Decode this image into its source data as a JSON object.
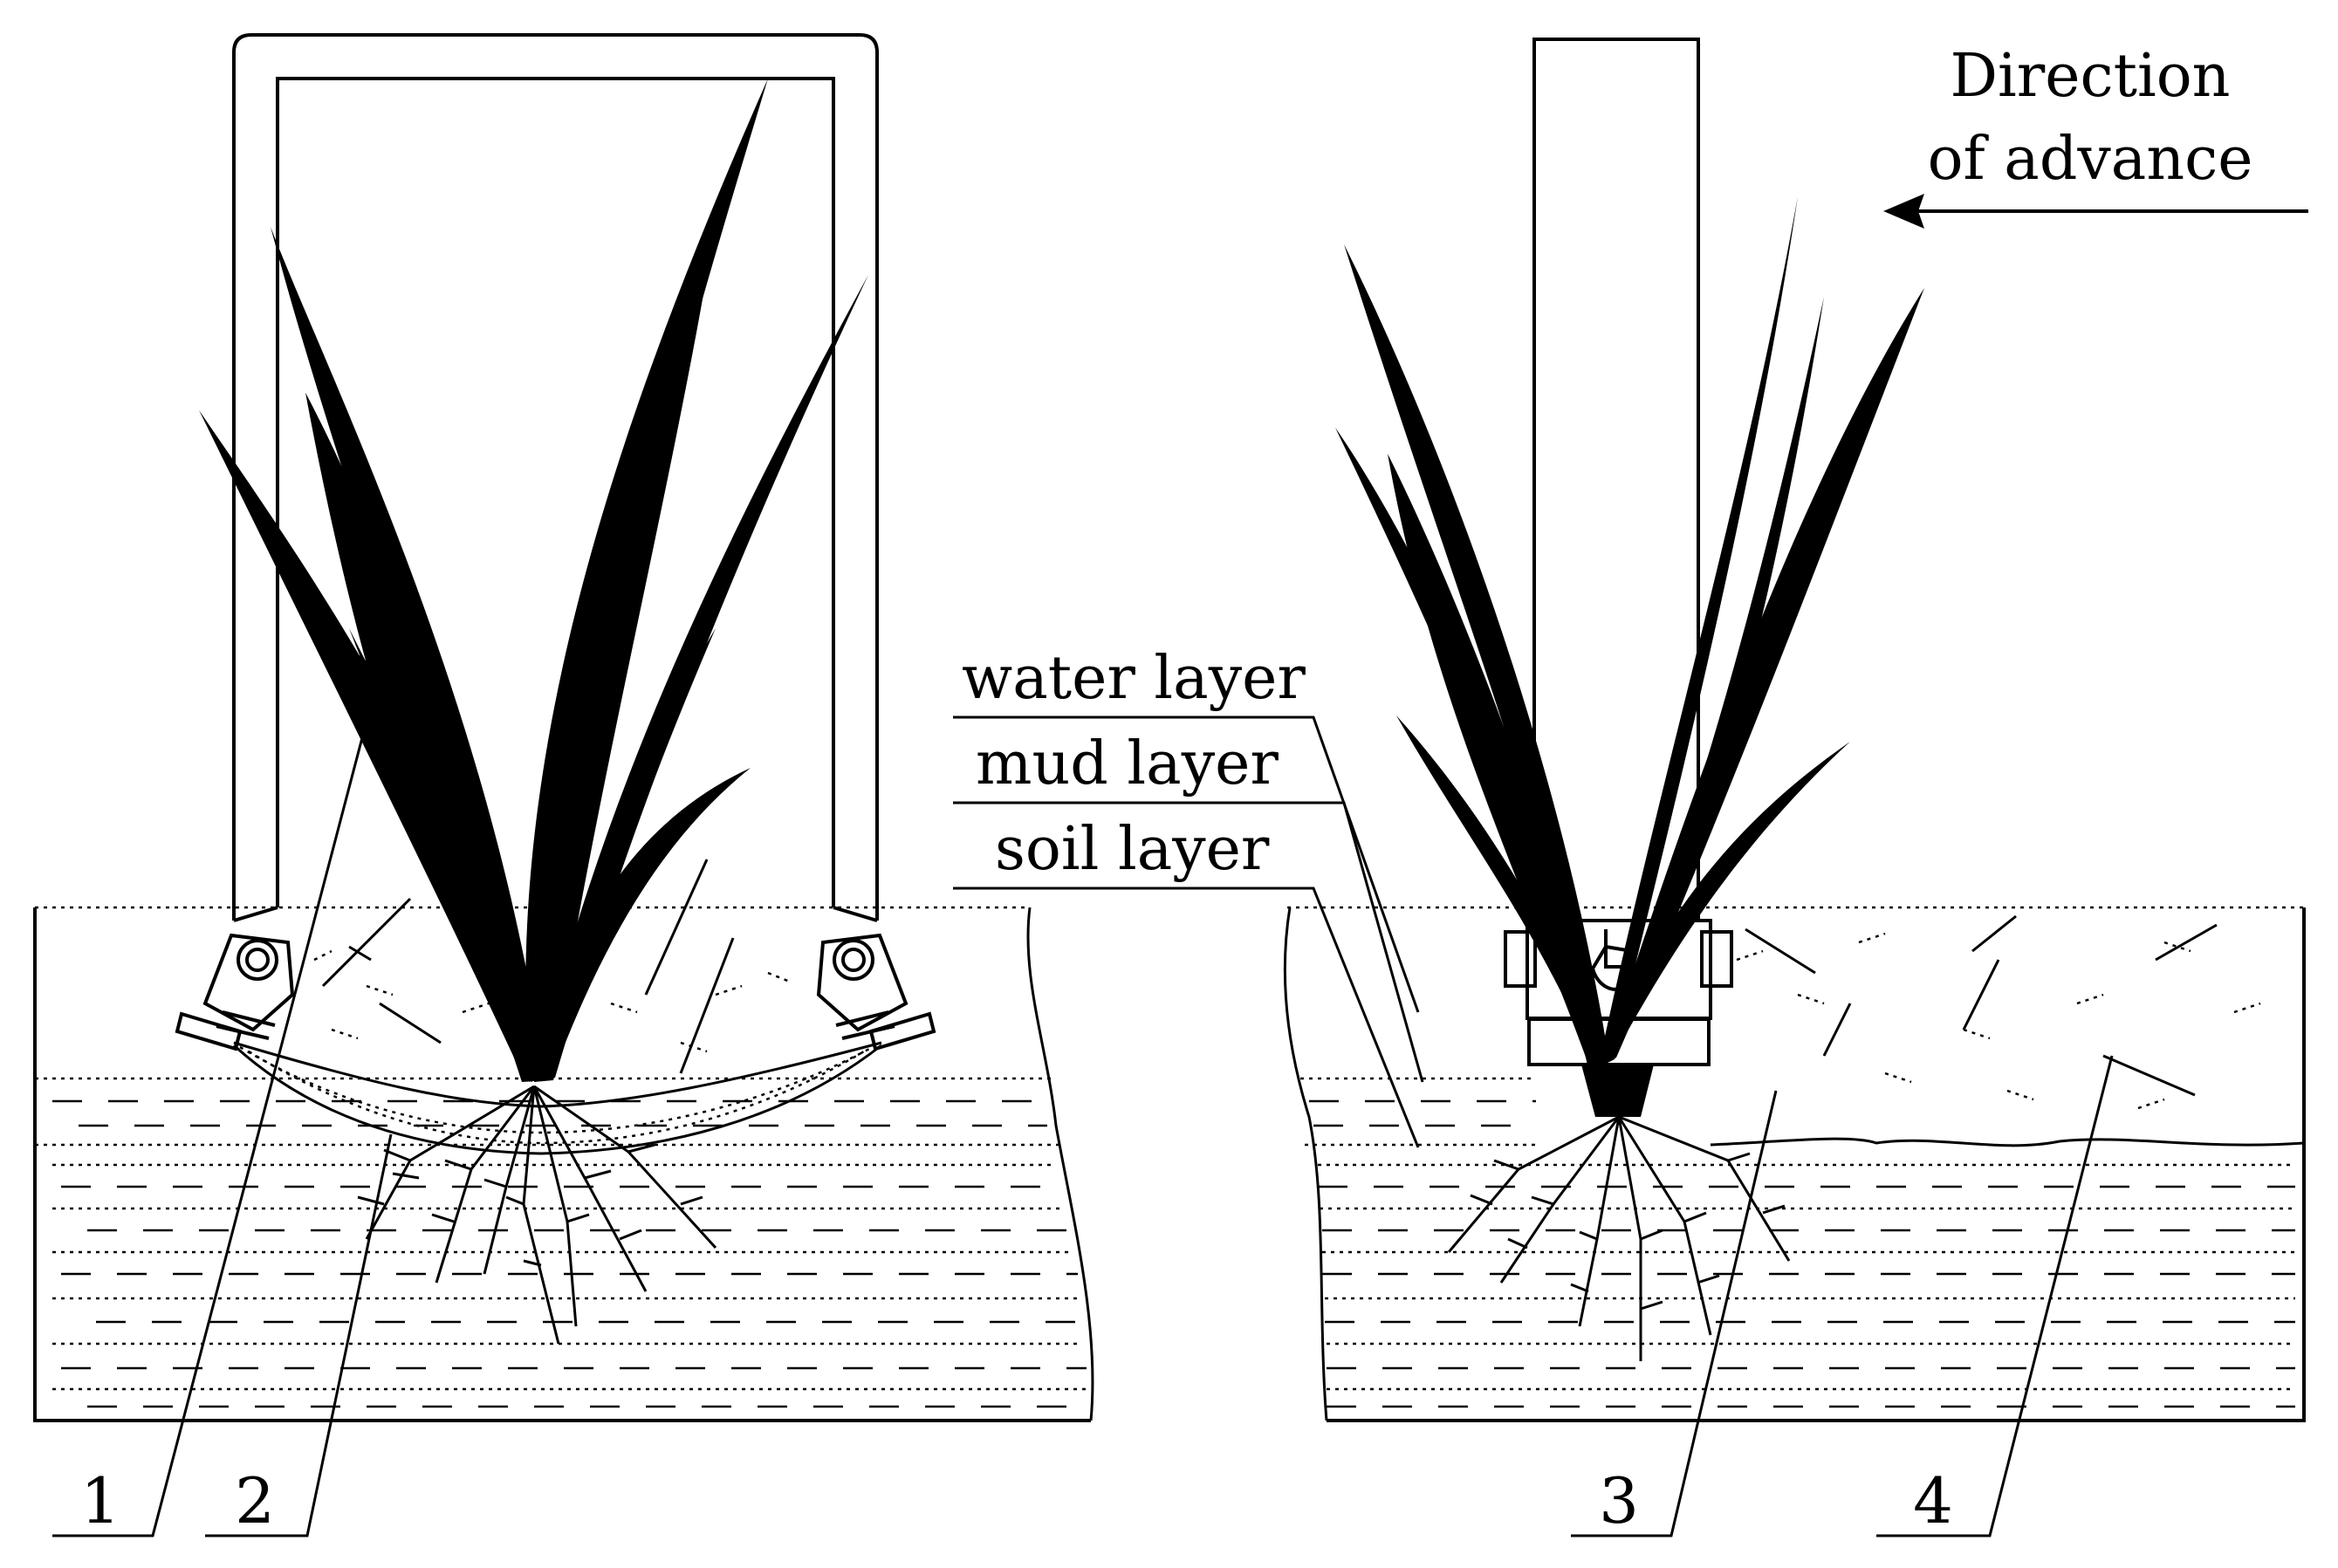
{
  "labels": {
    "water_layer": "water layer",
    "mud_layer": "mud layer",
    "soil_layer": "soil layer",
    "direction_line1": "Direction",
    "direction_line2": "of advance"
  },
  "part_numbers": [
    "1",
    "2",
    "3",
    "4"
  ],
  "colors": {
    "ink": "#000000",
    "background": "#ffffff"
  }
}
